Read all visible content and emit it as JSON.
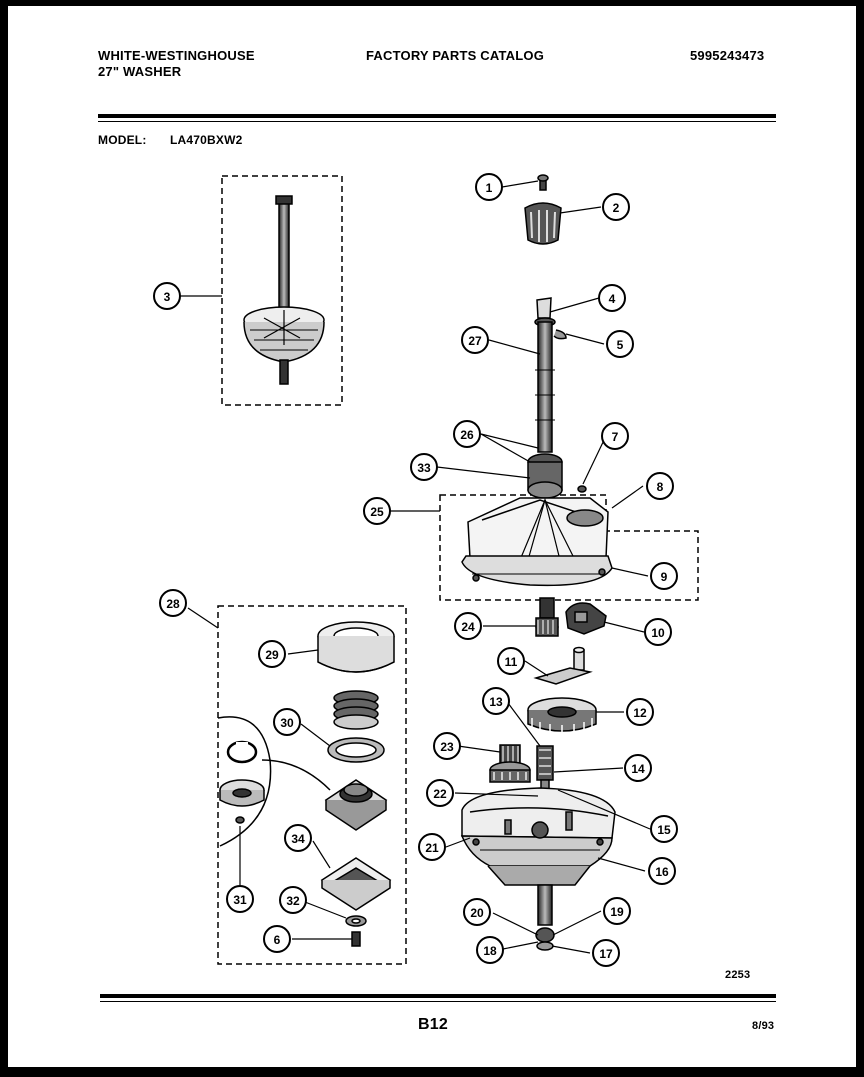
{
  "header": {
    "brand": "WHITE-WESTINGHOUSE",
    "product": "27\" WASHER",
    "catalog_title": "FACTORY PARTS CATALOG",
    "catalog_number": "5995243473",
    "model_label": "MODEL:",
    "model_value": "LA470BXW2"
  },
  "footer": {
    "diagram_number": "2253",
    "page_number": "B12",
    "date": "8/93"
  },
  "callouts": [
    "1",
    "2",
    "3",
    "4",
    "5",
    "27",
    "26",
    "7",
    "33",
    "8",
    "25",
    "9",
    "28",
    "24",
    "10",
    "29",
    "11",
    "30",
    "13",
    "12",
    "23",
    "14",
    "22",
    "15",
    "21",
    "16",
    "34",
    "31",
    "32",
    "6",
    "20",
    "19",
    "18",
    "17"
  ]
}
